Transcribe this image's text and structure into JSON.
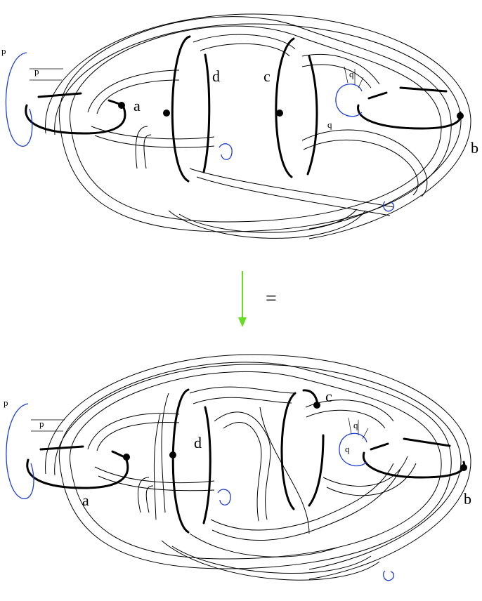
{
  "top_diagram": {
    "labels": {
      "a": "a",
      "b": "b",
      "c": "c",
      "d": "d",
      "p1": "p",
      "p2": "p",
      "q1": "q",
      "q2": "q"
    }
  },
  "arrow": {
    "color": "#66dd22"
  },
  "equals": "=",
  "bottom_diagram": {
    "labels": {
      "a": "a",
      "b": "b",
      "c": "c",
      "d": "d",
      "p1": "p",
      "p2": "p",
      "q1": "q",
      "q2": "q"
    }
  },
  "colors": {
    "ink": "#000000",
    "blue_curve": "#1f3fd6",
    "arrow": "#66dd22"
  }
}
